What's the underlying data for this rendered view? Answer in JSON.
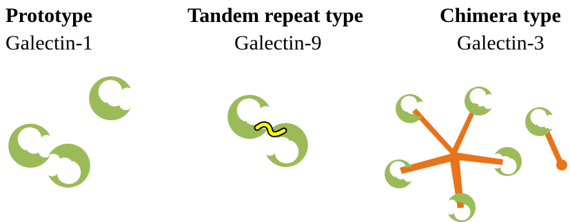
{
  "columns": [
    {
      "title": "Prototype",
      "subtitle": "Galectin-1"
    },
    {
      "title": "Tandem repeat type",
      "subtitle": "Galectin-9"
    },
    {
      "title": "Chimera type",
      "subtitle": "Galectin-3"
    }
  ],
  "colors": {
    "domain": "#9bbb59",
    "chimera_tail": "#e8731a",
    "linker": "#ffff00",
    "background": "#ffffff"
  }
}
